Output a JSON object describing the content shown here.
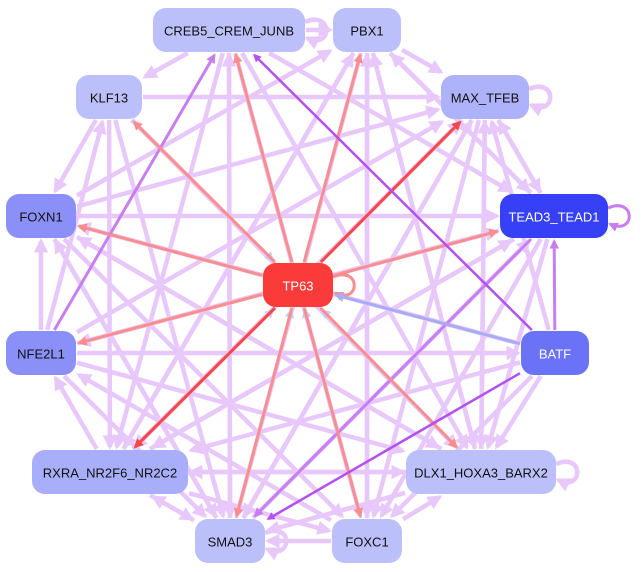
{
  "title": "TP63 gene regulatory network",
  "colors": {
    "edge_default": "#e8c8fb",
    "edge_strong": "#c77ef0",
    "edge_tp63_out": "#fa8e8e",
    "edge_tp63_out_strong": "#f74848",
    "edge_to_tp63": "#c8caf7",
    "edge_batf_tp63": "#a9abf5",
    "edge_purple": "#b44ff0"
  },
  "nodes": [
    {
      "id": "TP63",
      "label": "TP63",
      "fill": "#fb3a3a",
      "text_color": "#ffffff"
    },
    {
      "id": "CREB5_CREM_JUNB",
      "label": "CREB5_CREM_JUNB",
      "fill": "#bcc0fa",
      "text_color": "#111111"
    },
    {
      "id": "PBX1",
      "label": "PBX1",
      "fill": "#bcc0fa",
      "text_color": "#111111"
    },
    {
      "id": "KLF13",
      "label": "KLF13",
      "fill": "#bcc0fa",
      "text_color": "#111111"
    },
    {
      "id": "MAX_TFEB",
      "label": "MAX_TFEB",
      "fill": "#adb2fa",
      "text_color": "#111111"
    },
    {
      "id": "FOXN1",
      "label": "FOXN1",
      "fill": "#8a90f8",
      "text_color": "#111111"
    },
    {
      "id": "TEAD3_TEAD1",
      "label": "TEAD3_TEAD1",
      "fill": "#3540f7",
      "text_color": "#ffffff"
    },
    {
      "id": "NFE2L1",
      "label": "NFE2L1",
      "fill": "#8a90f8",
      "text_color": "#111111"
    },
    {
      "id": "BATF",
      "label": "BATF",
      "fill": "#6a72f7",
      "text_color": "#ffffff"
    },
    {
      "id": "RXRA_NR2F6_NR2C2",
      "label": "RXRA_NR2F6_NR2C2",
      "fill": "#a9aefa",
      "text_color": "#111111"
    },
    {
      "id": "DLX1_HOXA3_BARX2",
      "label": "DLX1_HOXA3_BARX2",
      "fill": "#bcc0fa",
      "text_color": "#111111"
    },
    {
      "id": "SMAD3",
      "label": "SMAD3",
      "fill": "#bcc0fa",
      "text_color": "#111111"
    },
    {
      "id": "FOXC1",
      "label": "FOXC1",
      "fill": "#bcc0fa",
      "text_color": "#111111"
    }
  ],
  "edges": [
    {
      "from": "TP63",
      "to": "TP63",
      "kind": "tp63_out"
    },
    {
      "from": "TP63",
      "to": "CREB5_CREM_JUNB",
      "kind": "tp63_out"
    },
    {
      "from": "TP63",
      "to": "PBX1",
      "kind": "tp63_out"
    },
    {
      "from": "TP63",
      "to": "KLF13",
      "kind": "tp63_out"
    },
    {
      "from": "TP63",
      "to": "MAX_TFEB",
      "kind": "tp63_out_strong"
    },
    {
      "from": "TP63",
      "to": "FOXN1",
      "kind": "tp63_out"
    },
    {
      "from": "TP63",
      "to": "TEAD3_TEAD1",
      "kind": "tp63_out"
    },
    {
      "from": "TP63",
      "to": "NFE2L1",
      "kind": "tp63_out"
    },
    {
      "from": "TP63",
      "to": "RXRA_NR2F6_NR2C2",
      "kind": "tp63_out_strong"
    },
    {
      "from": "TP63",
      "to": "DLX1_HOXA3_BARX2",
      "kind": "tp63_out"
    },
    {
      "from": "TP63",
      "to": "SMAD3",
      "kind": "tp63_out"
    },
    {
      "from": "TP63",
      "to": "FOXC1",
      "kind": "tp63_out"
    },
    {
      "from": "BATF",
      "to": "TP63",
      "kind": "batf_tp63"
    },
    {
      "from": "KLF13",
      "to": "TP63",
      "kind": "to_tp63"
    },
    {
      "from": "SMAD3",
      "to": "TP63",
      "kind": "to_tp63"
    },
    {
      "from": "FOXC1",
      "to": "TP63",
      "kind": "to_tp63"
    },
    {
      "from": "RXRA_NR2F6_NR2C2",
      "to": "TP63",
      "kind": "to_tp63"
    },
    {
      "from": "DLX1_HOXA3_BARX2",
      "to": "TP63",
      "kind": "to_tp63"
    },
    {
      "from": "BATF",
      "to": "CREB5_CREM_JUNB",
      "kind": "purple"
    },
    {
      "from": "BATF",
      "to": "SMAD3",
      "kind": "purple"
    },
    {
      "from": "BATF",
      "to": "TEAD3_TEAD1",
      "kind": "strong"
    },
    {
      "from": "NFE2L1",
      "to": "CREB5_CREM_JUNB",
      "kind": "strong"
    },
    {
      "from": "TEAD3_TEAD1",
      "to": "SMAD3",
      "kind": "strong"
    },
    {
      "from": "CREB5_CREM_JUNB",
      "to": "CREB5_CREM_JUNB",
      "kind": "default"
    },
    {
      "from": "MAX_TFEB",
      "to": "MAX_TFEB",
      "kind": "default"
    },
    {
      "from": "TEAD3_TEAD1",
      "to": "TEAD3_TEAD1",
      "kind": "strong"
    },
    {
      "from": "DLX1_HOXA3_BARX2",
      "to": "DLX1_HOXA3_BARX2",
      "kind": "default"
    },
    {
      "from": "SMAD3",
      "to": "SMAD3",
      "kind": "default"
    },
    {
      "from": "CREB5_CREM_JUNB",
      "to": "PBX1",
      "kind": "default"
    },
    {
      "from": "PBX1",
      "to": "MAX_TFEB",
      "kind": "default"
    },
    {
      "from": "KLF13",
      "to": "MAX_TFEB",
      "kind": "default"
    },
    {
      "from": "KLF13",
      "to": "FOXN1",
      "kind": "default"
    },
    {
      "from": "KLF13",
      "to": "SMAD3",
      "kind": "default"
    },
    {
      "from": "KLF13",
      "to": "DLX1_HOXA3_BARX2",
      "kind": "default"
    },
    {
      "from": "KLF13",
      "to": "RXRA_NR2F6_NR2C2",
      "kind": "default"
    },
    {
      "from": "FOXN1",
      "to": "TEAD3_TEAD1",
      "kind": "default"
    },
    {
      "from": "FOXN1",
      "to": "MAX_TFEB",
      "kind": "default"
    },
    {
      "from": "FOXN1",
      "to": "PBX1",
      "kind": "default"
    },
    {
      "from": "FOXN1",
      "to": "DLX1_HOXA3_BARX2",
      "kind": "default"
    },
    {
      "from": "FOXN1",
      "to": "FOXC1",
      "kind": "default"
    },
    {
      "from": "FOXN1",
      "to": "SMAD3",
      "kind": "default"
    },
    {
      "from": "NFE2L1",
      "to": "FOXN1",
      "kind": "default"
    },
    {
      "from": "NFE2L1",
      "to": "BATF",
      "kind": "default"
    },
    {
      "from": "NFE2L1",
      "to": "TEAD3_TEAD1",
      "kind": "default"
    },
    {
      "from": "NFE2L1",
      "to": "MAX_TFEB",
      "kind": "default"
    },
    {
      "from": "NFE2L1",
      "to": "SMAD3",
      "kind": "default"
    },
    {
      "from": "NFE2L1",
      "to": "DLX1_HOXA3_BARX2",
      "kind": "default"
    },
    {
      "from": "NFE2L1",
      "to": "KLF13",
      "kind": "default"
    },
    {
      "from": "RXRA_NR2F6_NR2C2",
      "to": "NFE2L1",
      "kind": "default"
    },
    {
      "from": "RXRA_NR2F6_NR2C2",
      "to": "DLX1_HOXA3_BARX2",
      "kind": "default"
    },
    {
      "from": "RXRA_NR2F6_NR2C2",
      "to": "TEAD3_TEAD1",
      "kind": "default"
    },
    {
      "from": "RXRA_NR2F6_NR2C2",
      "to": "PBX1",
      "kind": "default"
    },
    {
      "from": "RXRA_NR2F6_NR2C2",
      "to": "MAX_TFEB",
      "kind": "default"
    },
    {
      "from": "RXRA_NR2F6_NR2C2",
      "to": "SMAD3",
      "kind": "default"
    },
    {
      "from": "RXRA_NR2F6_NR2C2",
      "to": "FOXC1",
      "kind": "default"
    },
    {
      "from": "CREB5_CREM_JUNB",
      "to": "RXRA_NR2F6_NR2C2",
      "kind": "default"
    },
    {
      "from": "CREB5_CREM_JUNB",
      "to": "SMAD3",
      "kind": "default"
    },
    {
      "from": "CREB5_CREM_JUNB",
      "to": "FOXC1",
      "kind": "default"
    },
    {
      "from": "CREB5_CREM_JUNB",
      "to": "TEAD3_TEAD1",
      "kind": "default"
    },
    {
      "from": "CREB5_CREM_JUNB",
      "to": "DLX1_HOXA3_BARX2",
      "kind": "default"
    },
    {
      "from": "CREB5_CREM_JUNB",
      "to": "KLF13",
      "kind": "default"
    },
    {
      "from": "PBX1",
      "to": "SMAD3",
      "kind": "default"
    },
    {
      "from": "PBX1",
      "to": "FOXC1",
      "kind": "default"
    },
    {
      "from": "PBX1",
      "to": "RXRA_NR2F6_NR2C2",
      "kind": "default"
    },
    {
      "from": "PBX1",
      "to": "DLX1_HOXA3_BARX2",
      "kind": "default"
    },
    {
      "from": "PBX1",
      "to": "TEAD3_TEAD1",
      "kind": "default"
    },
    {
      "from": "MAX_TFEB",
      "to": "TEAD3_TEAD1",
      "kind": "default"
    },
    {
      "from": "MAX_TFEB",
      "to": "DLX1_HOXA3_BARX2",
      "kind": "default"
    },
    {
      "from": "MAX_TFEB",
      "to": "FOXC1",
      "kind": "default"
    },
    {
      "from": "MAX_TFEB",
      "to": "SMAD3",
      "kind": "default"
    },
    {
      "from": "MAX_TFEB",
      "to": "RXRA_NR2F6_NR2C2",
      "kind": "default"
    },
    {
      "from": "TEAD3_TEAD1",
      "to": "MAX_TFEB",
      "kind": "default"
    },
    {
      "from": "TEAD3_TEAD1",
      "to": "DLX1_HOXA3_BARX2",
      "kind": "default"
    },
    {
      "from": "TEAD3_TEAD1",
      "to": "RXRA_NR2F6_NR2C2",
      "kind": "default"
    },
    {
      "from": "TEAD3_TEAD1",
      "to": "NFE2L1",
      "kind": "default"
    },
    {
      "from": "TEAD3_TEAD1",
      "to": "FOXC1",
      "kind": "default"
    },
    {
      "from": "TEAD3_TEAD1",
      "to": "PBX1",
      "kind": "default"
    },
    {
      "from": "BATF",
      "to": "DLX1_HOXA3_BARX2",
      "kind": "default"
    },
    {
      "from": "BATF",
      "to": "FOXC1",
      "kind": "default"
    },
    {
      "from": "BATF",
      "to": "RXRA_NR2F6_NR2C2",
      "kind": "default"
    },
    {
      "from": "BATF",
      "to": "MAX_TFEB",
      "kind": "default"
    },
    {
      "from": "BATF",
      "to": "FOXN1",
      "kind": "default"
    },
    {
      "from": "DLX1_HOXA3_BARX2",
      "to": "SMAD3",
      "kind": "default"
    },
    {
      "from": "DLX1_HOXA3_BARX2",
      "to": "MAX_TFEB",
      "kind": "default"
    },
    {
      "from": "DLX1_HOXA3_BARX2",
      "to": "PBX1",
      "kind": "default"
    },
    {
      "from": "DLX1_HOXA3_BARX2",
      "to": "RXRA_NR2F6_NR2C2",
      "kind": "default"
    },
    {
      "from": "DLX1_HOXA3_BARX2",
      "to": "FOXN1",
      "kind": "default"
    },
    {
      "from": "FOXC1",
      "to": "SMAD3",
      "kind": "default"
    },
    {
      "from": "FOXC1",
      "to": "PBX1",
      "kind": "default"
    },
    {
      "from": "FOXC1",
      "to": "DLX1_HOXA3_BARX2",
      "kind": "default"
    },
    {
      "from": "FOXC1",
      "to": "NFE2L1",
      "kind": "default"
    },
    {
      "from": "SMAD3",
      "to": "RXRA_NR2F6_NR2C2",
      "kind": "default"
    },
    {
      "from": "SMAD3",
      "to": "CREB5_CREM_JUNB",
      "kind": "default"
    },
    {
      "from": "SMAD3",
      "to": "MAX_TFEB",
      "kind": "default"
    },
    {
      "from": "SMAD3",
      "to": "TEAD3_TEAD1",
      "kind": "default"
    },
    {
      "from": "SMAD3",
      "to": "FOXN1",
      "kind": "default"
    }
  ]
}
